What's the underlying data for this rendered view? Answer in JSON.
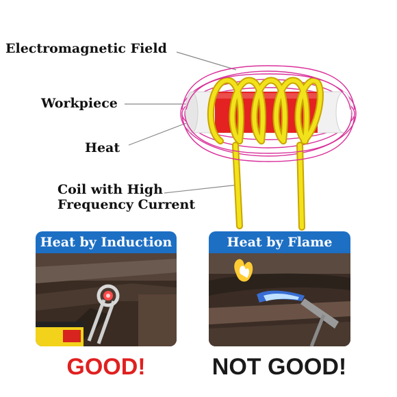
{
  "labels": {
    "field": "Electromagnetic Field",
    "workpiece": "Workpiece",
    "heat": "Heat",
    "coil_line1": "Coil with High",
    "coil_line2": "Frequency Current"
  },
  "panels": {
    "induction": {
      "title": "Heat by Induction",
      "verdict": "GOOD!"
    },
    "flame": {
      "title": "Heat by Flame",
      "verdict": "NOT GOOD!"
    }
  },
  "colors": {
    "field_lines": "#d9309a",
    "coil": "#f2e21b",
    "coil_edge": "#c9a400",
    "heated_zone": "#e52222",
    "workpiece": "#f1f1f1",
    "panel_header": "#1d6fc4",
    "good": "#e02020",
    "not_good": "#1a1a1a"
  }
}
